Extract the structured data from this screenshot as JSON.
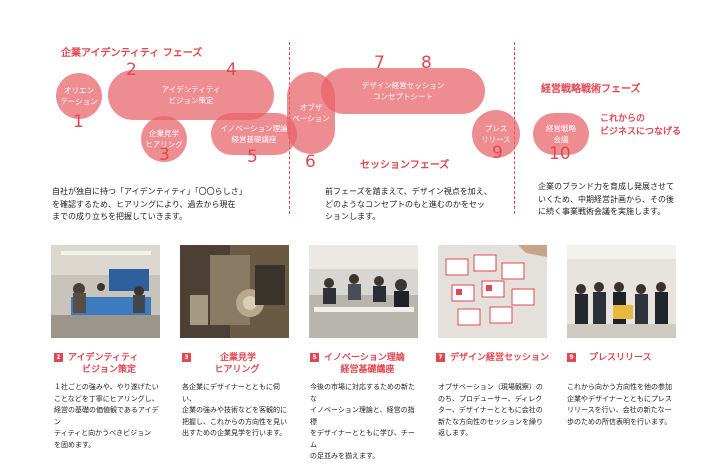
{
  "phases": {
    "identity": "企業アイデンティティ フェーズ",
    "session": "セッションフェーズ",
    "strategy": "経営戦略戦術フェーズ"
  },
  "bubbles": {
    "orientation": [
      "オリエン",
      "テーション"
    ],
    "identity_vision": [
      "アイデンティティ",
      "ビジョン策定"
    ],
    "tour": [
      "企業見学",
      "ヒアリング"
    ],
    "innovation": [
      "イノベーション理論",
      "経営基礎講座"
    ],
    "observation": [
      "オブザ",
      "ベーション"
    ],
    "concept": [
      "デザイン経営セッション",
      "コンセプトシート"
    ],
    "press": [
      "プレス",
      "リリース"
    ],
    "strategy_meeting": [
      "経営戦略",
      "会議"
    ]
  },
  "numbers": [
    "1",
    "2",
    "3",
    "4",
    "5",
    "6",
    "7",
    "8",
    "9",
    "10"
  ],
  "tagline": [
    "これからの",
    "ビジネスにつなげる"
  ],
  "descriptions": {
    "identity": [
      "自社が独自に持つ「アイデンティティ」「〇〇らしさ」",
      "を確認するため、ヒアリングにより、過去から現在",
      "までの成り立ちを把握していきます。"
    ],
    "session": [
      "前フェーズを踏まえて、デザイン視点を加え、",
      "どのようなコンセプトのもと進むのかをセッ",
      "ションします。"
    ],
    "strategy": [
      "企業のブランド力を育成し発展させて",
      "いくため、中期経営計画から、その後",
      "に続く事業戦術会議を実施します。"
    ]
  },
  "cards": [
    {
      "badge": "2",
      "title1": "アイデンティティ",
      "title2": "ビジョン策定",
      "body": [
        "１社ごとの強みや、やり遂げたい",
        "ことなどを丁寧にヒアリングし、",
        "経営の基礎の価値観であるアイデン",
        "ティティと向かうべきビジョン",
        "を固めます。"
      ]
    },
    {
      "badge": "3",
      "title1": "企業見学",
      "title2": "ヒアリング",
      "body": [
        "各企業にデザイナーとともに伺い、",
        "企業の強みや技術などを客観的に",
        "把握し、これからの方向性を見い",
        "出すための企業見学を行います。"
      ]
    },
    {
      "badge": "5",
      "title1": "イノベーション理論",
      "title2": "経営基礎講座",
      "body": [
        "今後の市場に対応するための新たな",
        "イノベーション理論と、経営の指標",
        "をデザイナーとともに学び、チーム",
        "の足並みを揃えます。"
      ]
    },
    {
      "badge": "7",
      "title1": "デザイン経営セッション",
      "title2": "",
      "body": [
        "オブザベーション（現場観察）の",
        "のち、プロデューサー、ディレク",
        "ター、デザイナーとともに会社の",
        "新たな方向性のセッションを繰り",
        "返します。"
      ]
    },
    {
      "badge": "9",
      "title1": "プレスリリース",
      "title2": "",
      "body": [
        "これから向かう方向性を他の参加",
        "企業やデザイナーとともにプレス",
        "リリースを行い、会社の新たな一",
        "歩のための所信表明を行います。"
      ]
    }
  ],
  "colors": {
    "accent": "#e2474f",
    "bubble": "#e86166"
  }
}
